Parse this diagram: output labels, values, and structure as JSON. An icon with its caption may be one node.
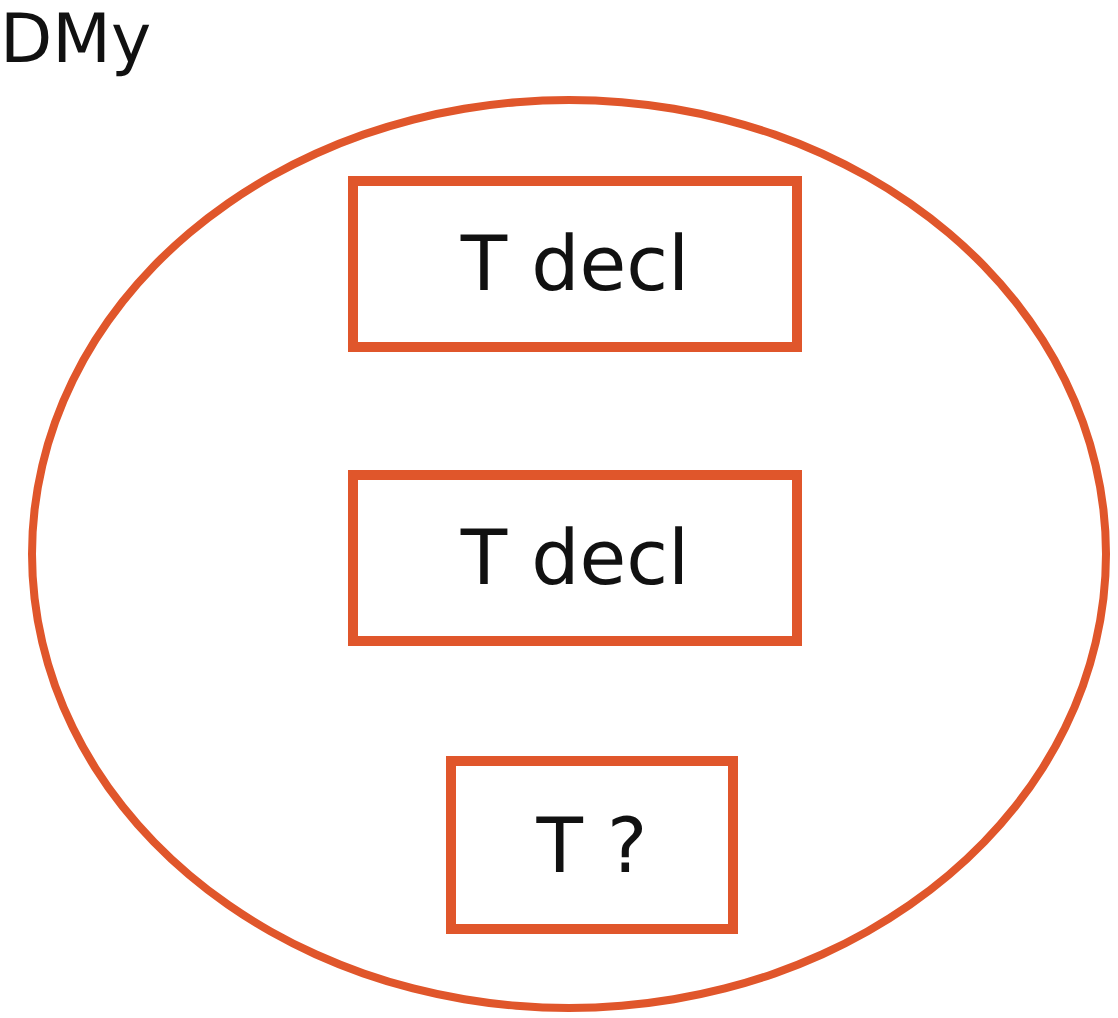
{
  "diagram": {
    "nodes": [
      {
        "text": [],
        "shape": "circle"
      },
      {
        "text": [
          "T decl"
        ],
        "in": 0
      },
      {
        "text": [
          "T decl"
        ],
        "in": 0
      },
      {
        "text": [
          "T ?"
        ],
        "in": 0
      }
    ],
    "labels": [
      "DMy"
    ]
  }
}
